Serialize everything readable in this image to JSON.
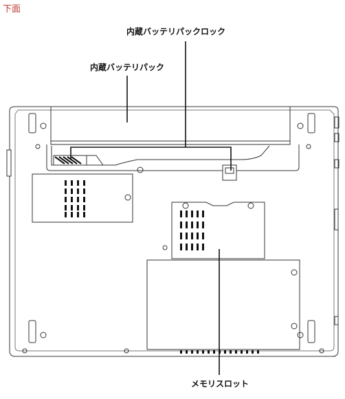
{
  "header": {
    "title": "下面"
  },
  "labels": {
    "battery_lock": "内蔵バッテリパックロック",
    "battery_pack": "内蔵バッテリパック",
    "memory_slot": "メモリスロット"
  },
  "colors": {
    "outline": "#333333",
    "title": "#c0392b"
  }
}
